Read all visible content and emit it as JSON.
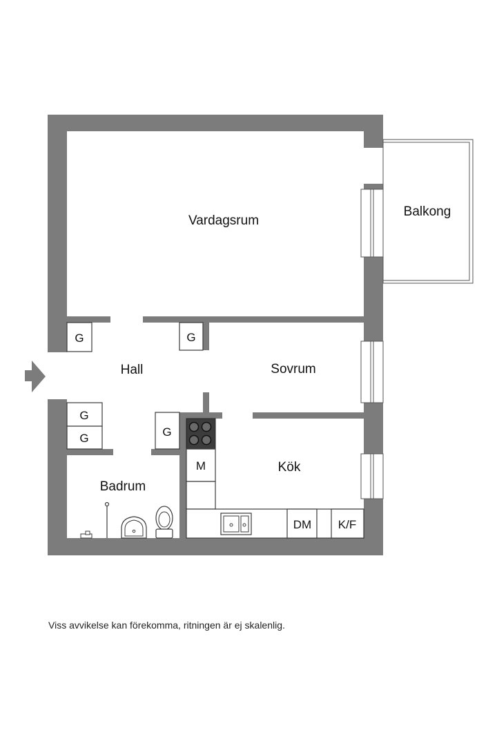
{
  "rooms": {
    "living": "Vardagsrum",
    "balcony": "Balkong",
    "hall": "Hall",
    "bedroom": "Sovrum",
    "kitchen": "Kök",
    "bathroom": "Badrum"
  },
  "fixtures": {
    "closet": "G",
    "microwave": "M",
    "dishwasher": "DM",
    "fridge_freezer": "K/F"
  },
  "disclaimer": "Viss avvikelse kan förekomma, ritningen är ej skalenlig.",
  "colors": {
    "wall": "#7c7c7c",
    "text": "#111111"
  },
  "icons": {
    "entrance": "entrance-arrow-icon",
    "stove": "stove-icon",
    "sink": "kitchen-sink-icon",
    "toilet": "toilet-icon",
    "washbasin": "washbasin-icon"
  }
}
